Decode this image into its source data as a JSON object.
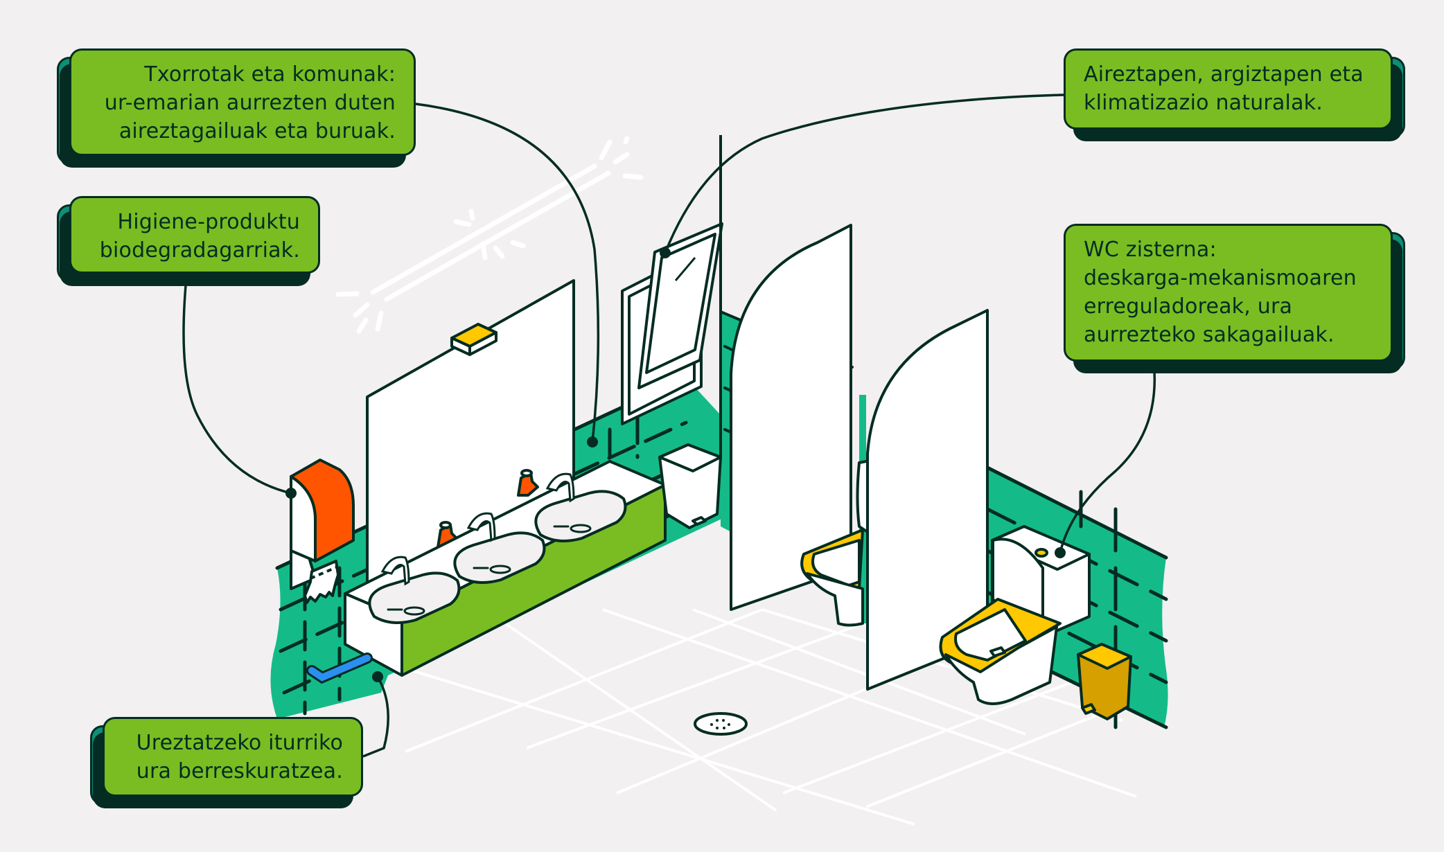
{
  "title": "Komun jasangarria: ura eta energia aurrezteko neurriak",
  "colors": {
    "background": "#f2f0f1",
    "callout_green": "#79bd22",
    "callout_side": "#0d8f78",
    "outline": "#042c22",
    "wall_tile": "#14bb88",
    "counter_front": "#7abd22",
    "dispenser_orange": "#ff5500",
    "seat_yellow": "#ffc800",
    "bin_ochre": "#d6a000",
    "pipe_blue": "#2b8ff2",
    "fixture_white": "#ffffff"
  },
  "callouts": [
    {
      "id": "faucets-toilets",
      "lines": [
        "Txorrotak eta komunak:",
        "ur-emarian aurrezten duten",
        "aireztagailuak eta buruak."
      ],
      "target": "washbasin-faucet"
    },
    {
      "id": "hygiene-products",
      "lines": [
        "Higiene-produktu",
        "biodegradagarriak."
      ],
      "target": "paper-towel-dispenser"
    },
    {
      "id": "irrigation-water",
      "lines": [
        "Ureztatzeko iturriko",
        "ura berreskuratzea."
      ],
      "target": "drain-pipe"
    },
    {
      "id": "natural-ventilation",
      "lines": [
        "Aireztapen, argiztapen eta",
        "klimatizazio naturalak."
      ],
      "target": "window"
    },
    {
      "id": "wc-cistern",
      "lines": [
        "WC zisterna:",
        "deskarga-mekanismoaren",
        "erreguladoreak, ura",
        "aurrezteko sakagailuak."
      ],
      "target": "toilet-cistern"
    }
  ],
  "illustration": {
    "sinks": 3,
    "soap_dispensers": 2,
    "toilet_stalls": 2,
    "floor_drain": true
  }
}
